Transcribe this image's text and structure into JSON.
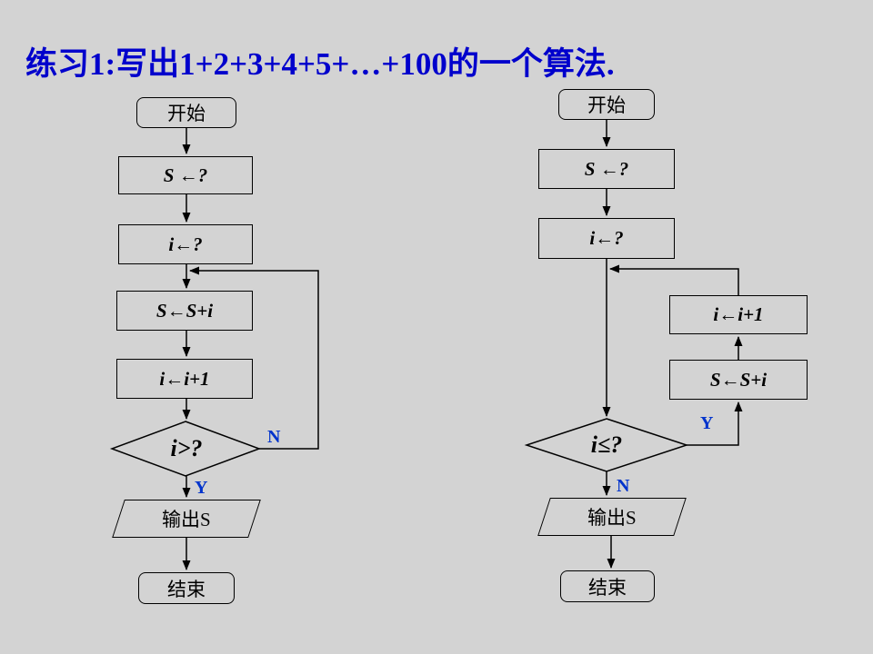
{
  "title": "练习1:写出1+2+3+4+5+…+100的一个算法.",
  "colors": {
    "background": "#d3d3d3",
    "title_blue": "#0000cc",
    "branch_blue": "#0033cc",
    "line_black": "#000000"
  },
  "left": {
    "start": "开始",
    "init_s": "S ←?",
    "init_i": "i←?",
    "accumulate": "S←S+i",
    "increment": "i←i+1",
    "condition": "i>?",
    "branch_n": "N",
    "branch_y": "Y",
    "output": "输出S",
    "end": "结束"
  },
  "right": {
    "start": "开始",
    "init_s": "S ←?",
    "init_i": "i←?",
    "increment": "i←i+1",
    "accumulate": "S←S+i",
    "condition": "i≤?",
    "branch_y": "Y",
    "branch_n": "N",
    "output": "输出S",
    "end": "结束"
  }
}
